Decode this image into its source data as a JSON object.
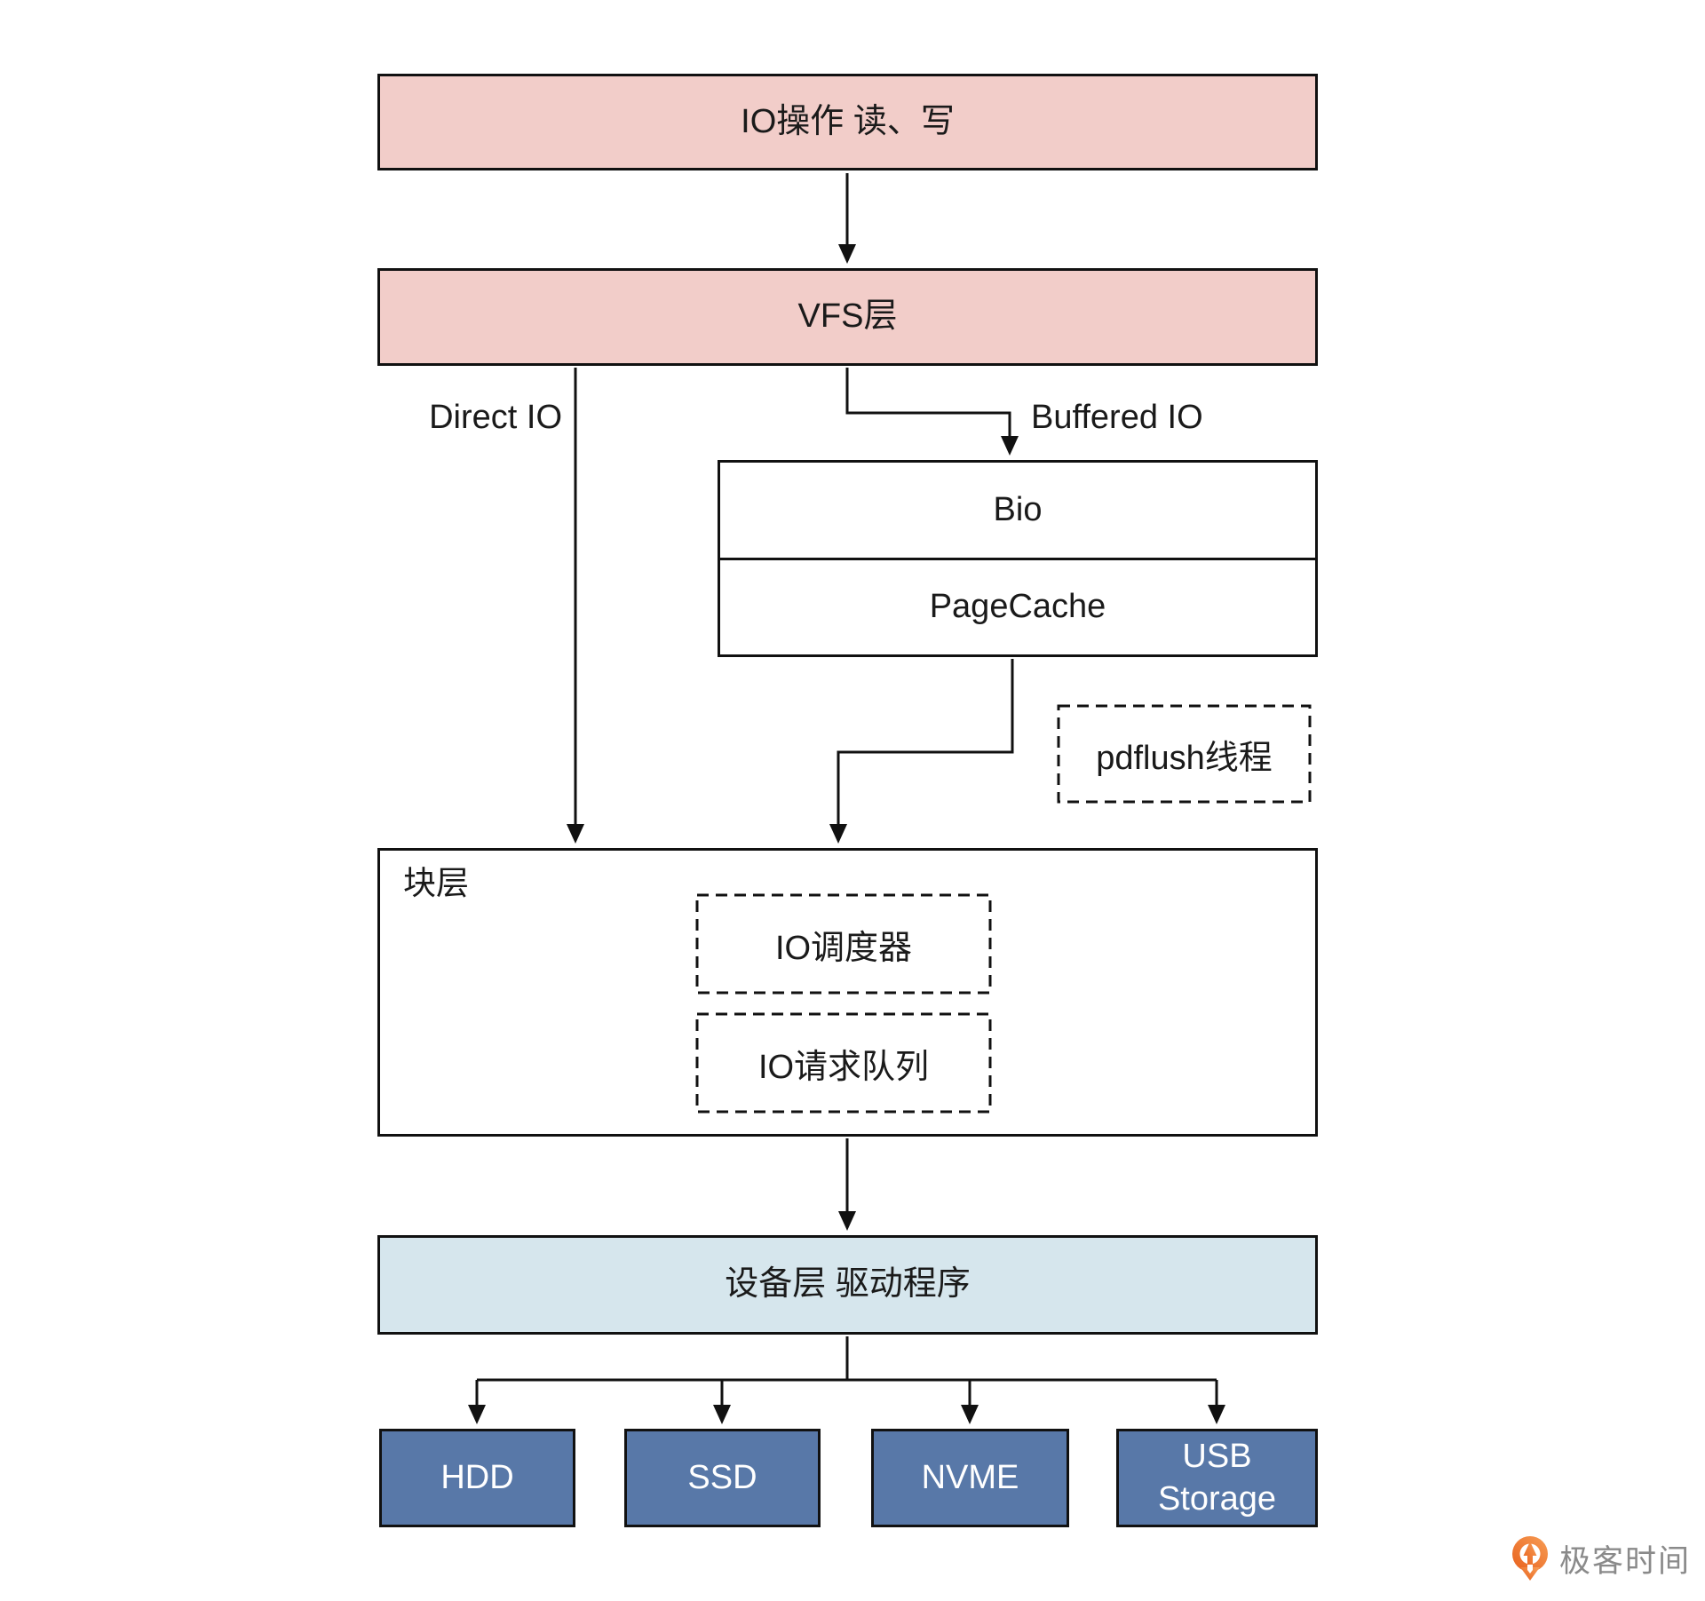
{
  "diagram": {
    "top_box": {
      "label": "IO操作 读、写"
    },
    "vfs_box": {
      "label": "VFS层"
    },
    "edges": {
      "direct_io": "Direct IO",
      "buffered_io": "Buffered IO"
    },
    "bio_box": {
      "label": "Bio"
    },
    "pagecache_box": {
      "label": "PageCache"
    },
    "pdflush_box": {
      "label": "pdflush线程"
    },
    "block_layer": {
      "label": "块层",
      "io_scheduler": "IO调度器",
      "io_request_queue": "IO请求队列"
    },
    "device_layer": {
      "label": "设备层 驱动程序"
    },
    "devices": [
      {
        "label": "HDD"
      },
      {
        "label": "SSD"
      },
      {
        "label": "NVME"
      },
      {
        "label": "USB Storage"
      }
    ],
    "branding": {
      "logo_text": "极客时间",
      "logo_icon": "geektime-pin-icon"
    },
    "colors": {
      "pink": "#f2cdc9",
      "light_blue": "#d6e6ed",
      "device_blue": "#5878a8",
      "line": "#111111",
      "text": "#1a1a1a",
      "logo_orange": "#ee6c22",
      "logo_orange_light": "#f79d55",
      "logo_text_gray": "#8a8a8a"
    }
  }
}
